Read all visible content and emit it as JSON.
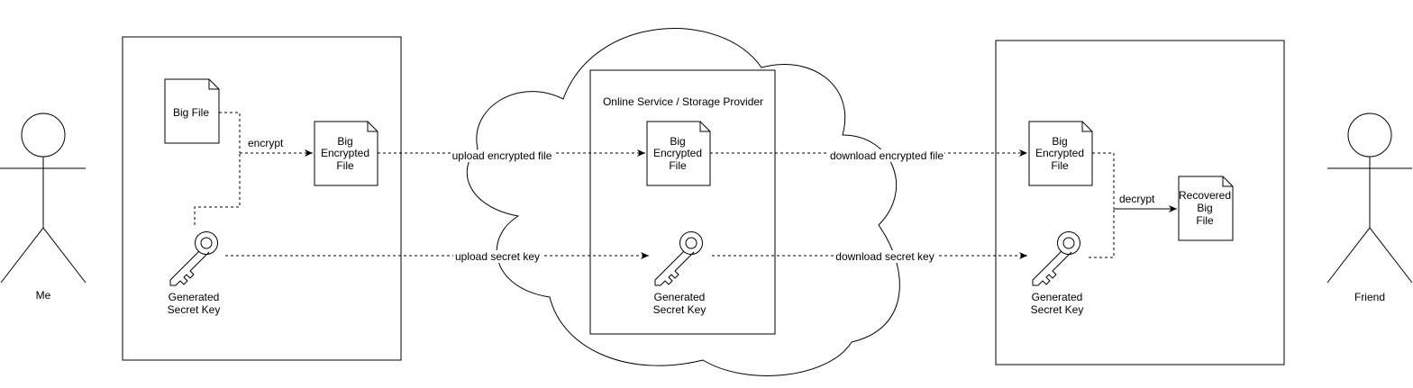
{
  "actors": {
    "me": "Me",
    "friend": "Friend"
  },
  "service": {
    "title": "Online Service / Storage Provider"
  },
  "docs": {
    "big_file": [
      "Big File"
    ],
    "encrypted": [
      "Big",
      "Encrypted",
      "File"
    ],
    "recovered": [
      "Recovered",
      "Big",
      "File"
    ]
  },
  "key_caption": [
    "Generated",
    "Secret Key"
  ],
  "edges": {
    "encrypt": "encrypt",
    "upload_file": "upload encrypted file",
    "upload_key": "upload secret key",
    "download_file": "download encrypted file",
    "download_key": "download secret key",
    "decrypt": "decrypt"
  },
  "icons": {
    "person": "person-icon",
    "key": "key-icon",
    "document": "document-icon",
    "cloud": "cloud-shape"
  }
}
